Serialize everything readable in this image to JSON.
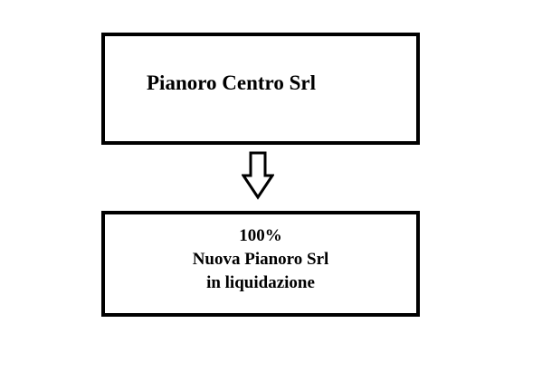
{
  "diagram": {
    "parent": {
      "name": "Pianoro Centro Srl"
    },
    "connector": {
      "icon": "down-arrow-icon",
      "direction": "down"
    },
    "child": {
      "share": "100%",
      "name": "Nuova Pianoro Srl",
      "status": "in liquidazione"
    }
  },
  "colors": {
    "border": "#000000",
    "background": "#ffffff",
    "text": "#000000"
  }
}
